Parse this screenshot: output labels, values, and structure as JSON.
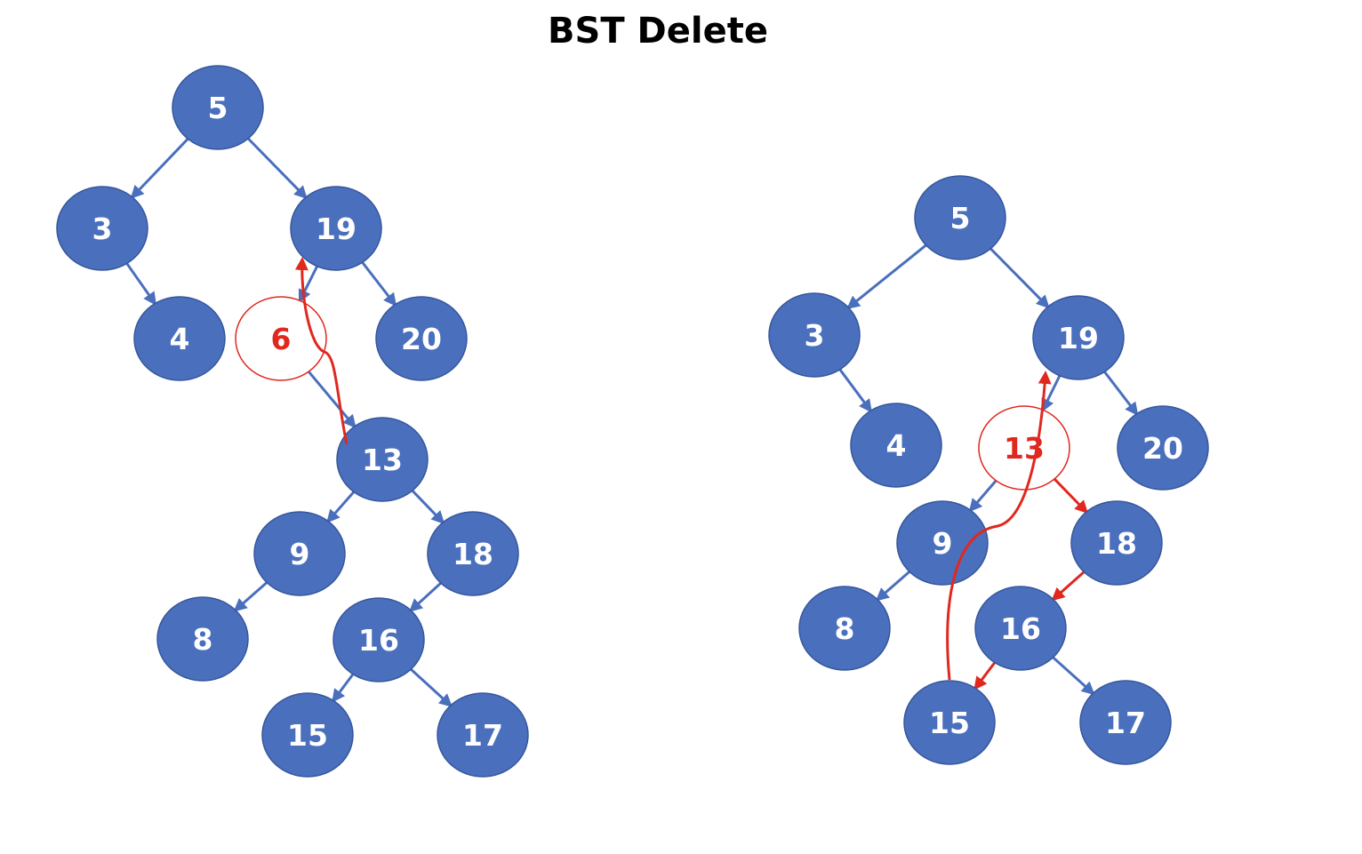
{
  "title": "BST Delete",
  "colors": {
    "node_fill": "#4a6fbd",
    "node_stroke": "#36579c",
    "edge": "#4a6fbd",
    "highlight": "#e0281f",
    "node_text": "#ffffff"
  },
  "trees": [
    {
      "id": "before",
      "deleted": "6",
      "nodes": [
        "5",
        "3",
        "19",
        "4",
        "6",
        "20",
        "13",
        "9",
        "18",
        "8",
        "16",
        "15",
        "17"
      ],
      "edges": [
        [
          "5",
          "3"
        ],
        [
          "5",
          "19"
        ],
        [
          "3",
          "4"
        ],
        [
          "19",
          "6"
        ],
        [
          "19",
          "20"
        ],
        [
          "6",
          "13"
        ],
        [
          "13",
          "9"
        ],
        [
          "13",
          "18"
        ],
        [
          "9",
          "8"
        ],
        [
          "18",
          "16"
        ],
        [
          "16",
          "15"
        ],
        [
          "16",
          "17"
        ]
      ],
      "replacement_arrows": [
        {
          "from": "13",
          "to": "19"
        }
      ]
    },
    {
      "id": "after",
      "deleted": "13",
      "nodes": [
        "5",
        "3",
        "19",
        "4",
        "13",
        "20",
        "9",
        "18",
        "8",
        "16",
        "15",
        "17"
      ],
      "edges": [
        [
          "5",
          "3"
        ],
        [
          "5",
          "19"
        ],
        [
          "3",
          "4"
        ],
        [
          "19",
          "13"
        ],
        [
          "19",
          "20"
        ],
        [
          "13",
          "9"
        ],
        [
          "13",
          "18"
        ],
        [
          "9",
          "8"
        ],
        [
          "18",
          "16"
        ],
        [
          "16",
          "15"
        ],
        [
          "16",
          "17"
        ]
      ],
      "replacement_arrows": [
        {
          "from": "15",
          "to": "19"
        }
      ],
      "highlighted_edges": [
        [
          "13",
          "18"
        ],
        [
          "18",
          "16"
        ],
        [
          "16",
          "15"
        ]
      ]
    }
  ]
}
